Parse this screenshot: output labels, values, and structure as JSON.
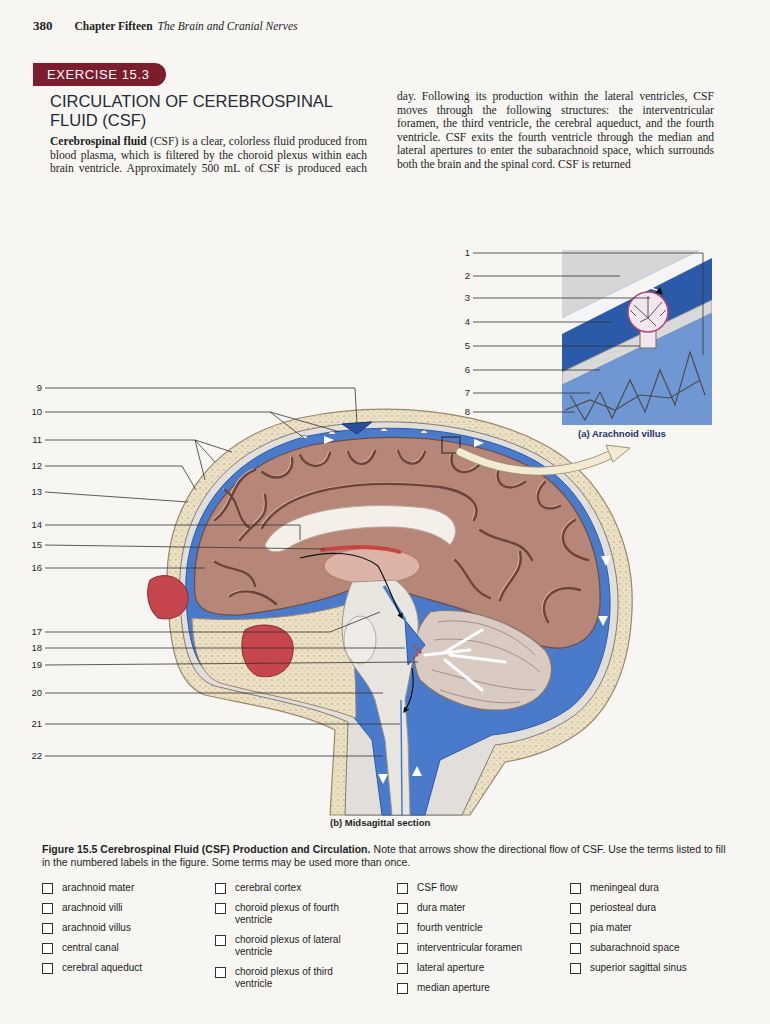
{
  "diagram": {
    "title": "CIRCULATION OF CEREBROSPINAL FLUID (CSF)",
    "caption": "Figure 15.5 Cerebrospinal Fluid (CSF) Production and Circulation.",
    "nodes": [
      {
        "text": [
          "EXERCISE 15.3"
        ]
      }
    ],
    "labels": [
      "380",
      "Chapter Fifteen",
      "The Brain and Cranial Nerves",
      "Cerebrospinal fluid",
      "(CSF) is a clear, colorless fluid produced from blood plasma, which is filtered by the choroid plexus within each brain ventricle. Approximately 500 mL of CSF is produced each day. Following its production within the lateral ventricles, CSF moves through the following structures: the interventricular foramen, the third ventricle, the cerebral aqueduct, and the fourth ventricle. CSF exits the fourth ventricle through the median and lateral apertures to enter the subarachnoid space, which surrounds both the brain and the spinal cord. CSF is returned",
      "1",
      "2",
      "3",
      "4",
      "5",
      "6",
      "7",
      "8",
      "9",
      "10",
      "11",
      "12",
      "13",
      "14",
      "15",
      "16",
      "17",
      "18",
      "19",
      "20",
      "21",
      "22",
      "(a) Arachnoid villus",
      "(b) Midsagittal section",
      "Note that arrows show the directional flow of CSF. Use the terms listed to fill in the numbered labels in the figure. Some terms may be used more than once.",
      "arachnoid mater",
      "arachnoid villi",
      "arachnoid villus",
      "central canal",
      "cerebral aqueduct",
      "cerebral cortex",
      "choroid plexus of fourth ventricle",
      "choroid plexus of lateral ventricle",
      "choroid plexus of third ventricle",
      "CSF flow",
      "dura mater",
      "fourth ventricle",
      "interventricular foramen",
      "lateral aperture",
      "median aperture",
      "meningeal dura",
      "periosteal dura",
      "pia mater",
      "subarachnoid space",
      "superior sagittal sinus"
    ]
  }
}
